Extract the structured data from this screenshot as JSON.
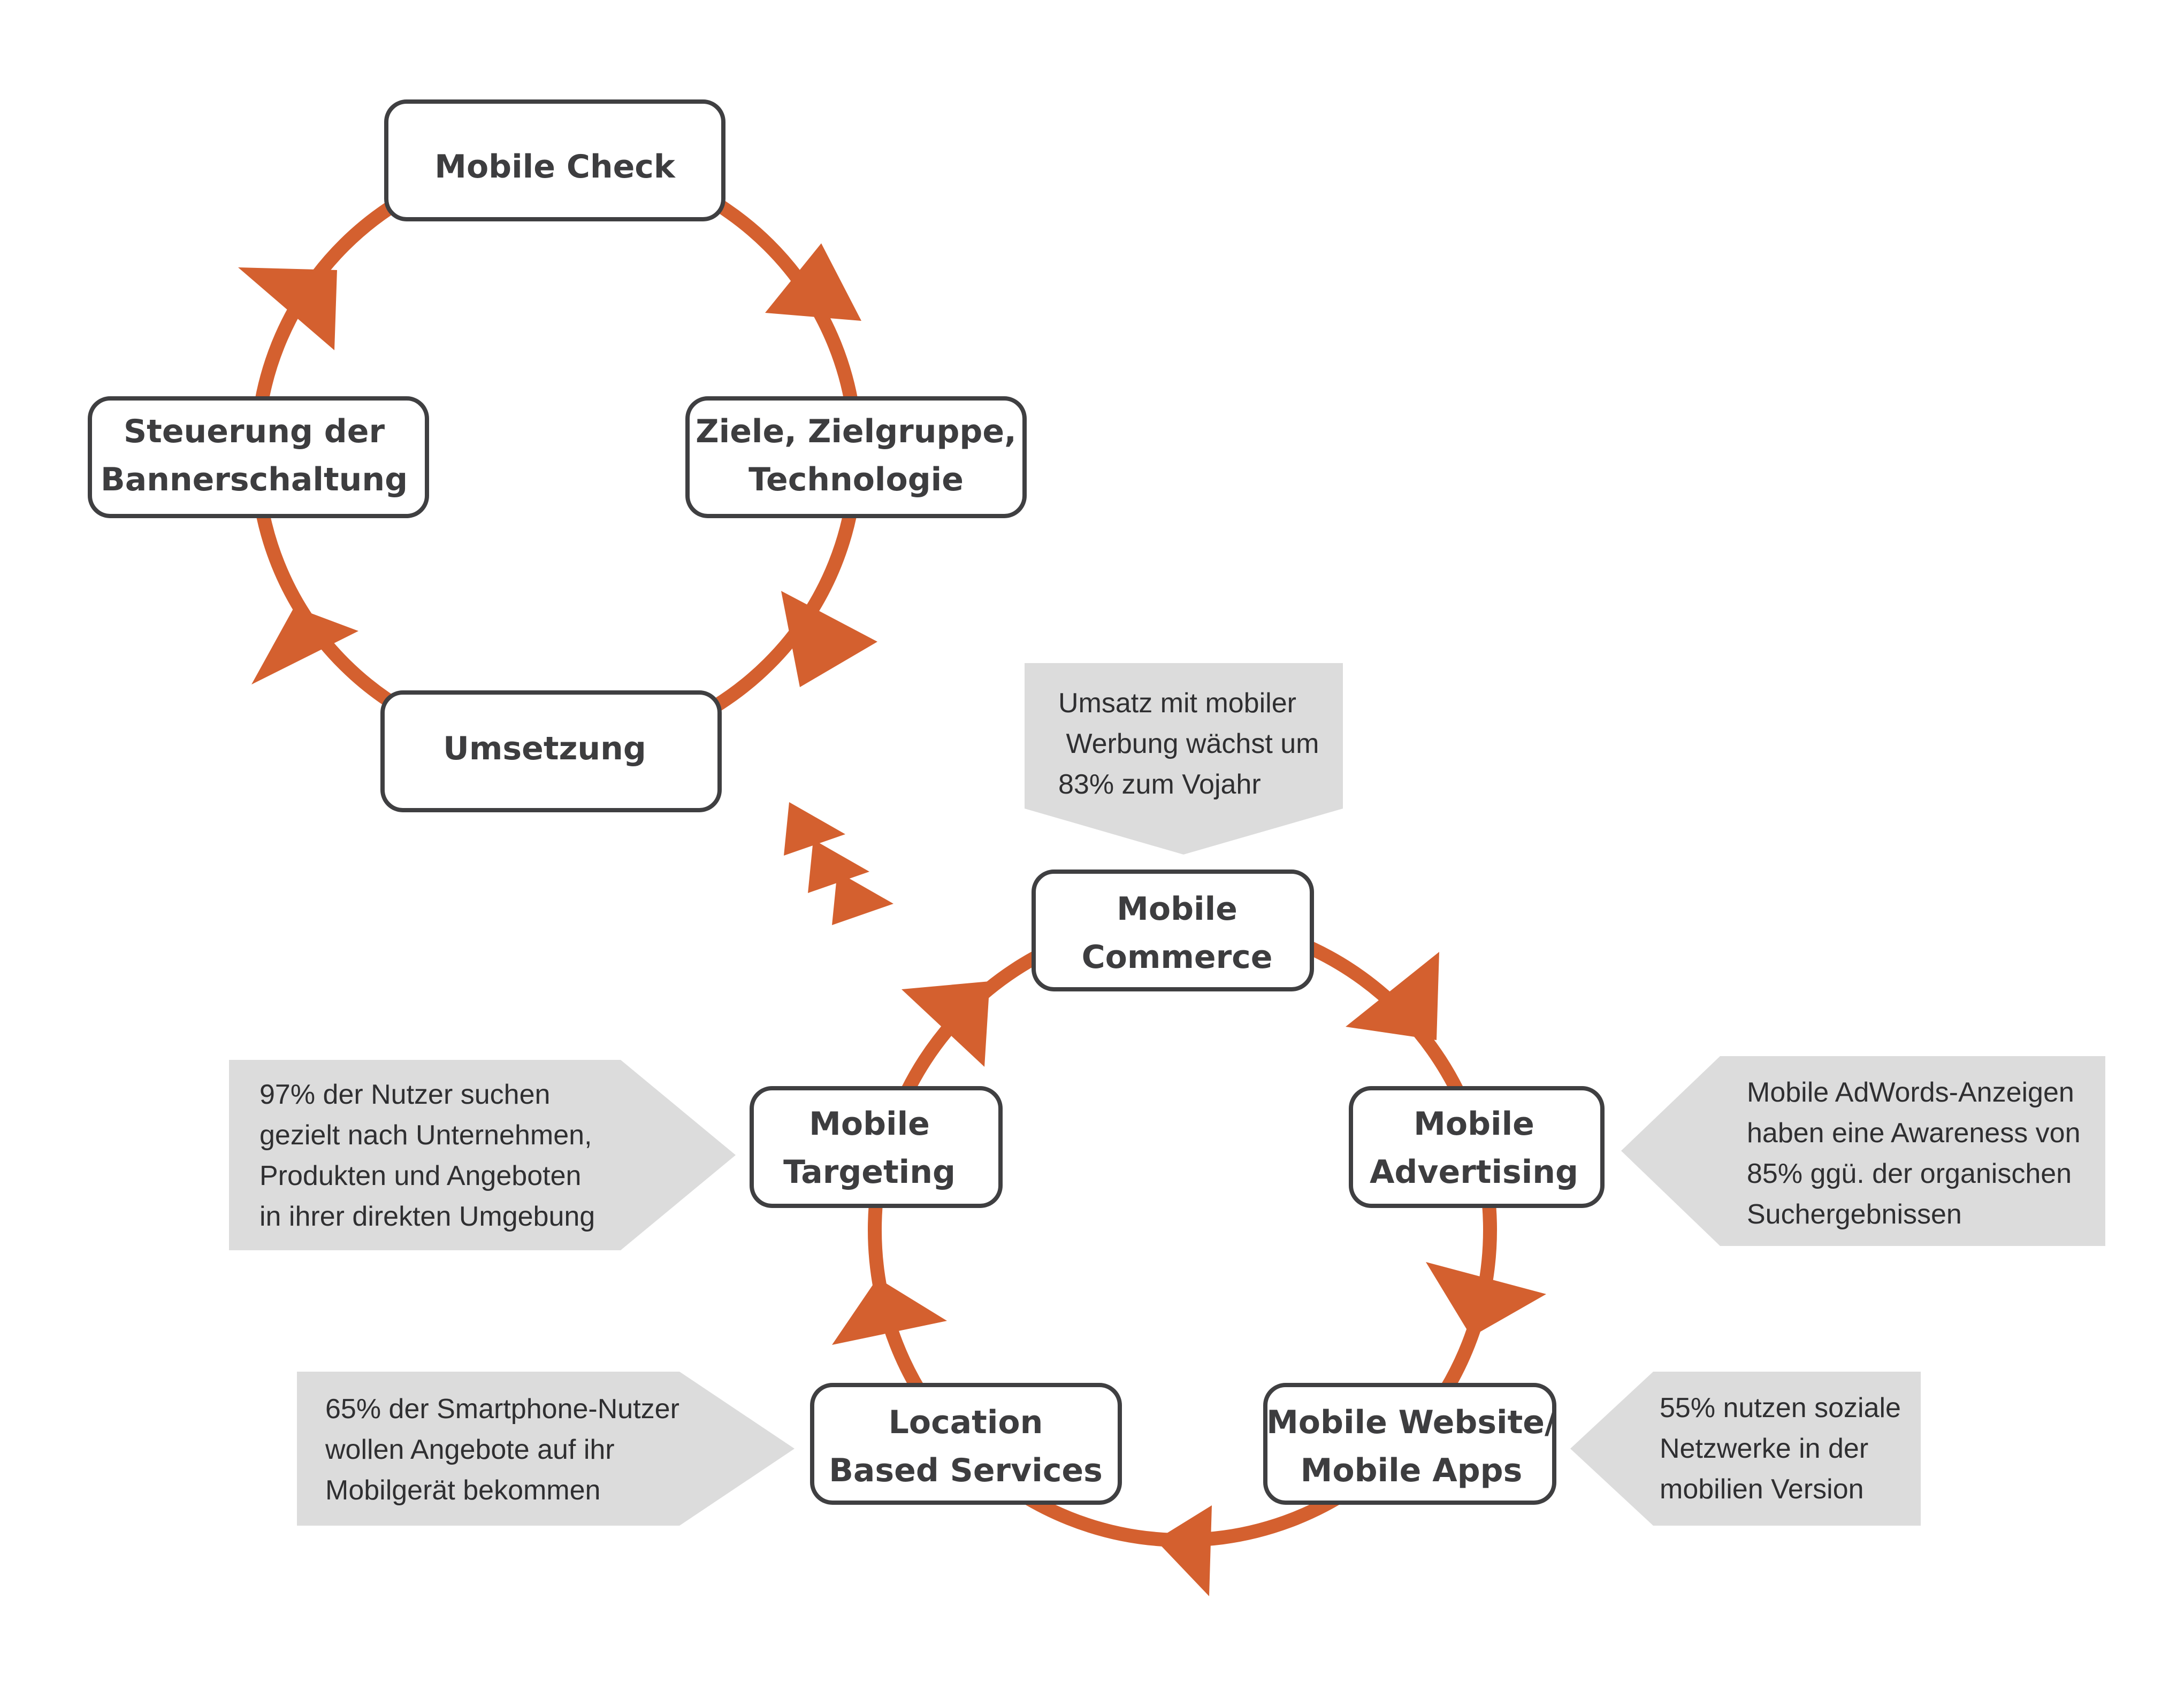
{
  "colors": {
    "accent": "#d4602f",
    "box_border": "#3f3f41",
    "box_fill": "#ffffff",
    "callout_fill": "#dcdcdc",
    "text": "#3d3d3f"
  },
  "cycle_top": {
    "nodes": [
      {
        "lines": [
          "Mobile Check"
        ]
      },
      {
        "lines": [
          "Ziele, Zielgruppe,",
          "Technologie"
        ]
      },
      {
        "lines": [
          "Umsetzung"
        ]
      },
      {
        "lines": [
          "Steuerung der",
          "Bannerschaltung"
        ]
      }
    ]
  },
  "cycle_bottom": {
    "nodes": [
      {
        "lines": [
          "Mobile",
          "Commerce"
        ]
      },
      {
        "lines": [
          "Mobile",
          "Advertising"
        ]
      },
      {
        "lines": [
          "Mobile Website/",
          "Mobile Apps"
        ]
      },
      {
        "lines": [
          "Location",
          "Based Services"
        ]
      },
      {
        "lines": [
          "Mobile",
          "Targeting"
        ]
      }
    ]
  },
  "callouts": [
    {
      "lines": [
        "Umsatz mit mobiler",
        " Werbung wächst um",
        "83% zum Vojahr"
      ]
    },
    {
      "lines": [
        "Mobile AdWords-Anzeigen",
        "haben eine Awareness von",
        "85% ggü. der organischen",
        "Suchergebnissen"
      ]
    },
    {
      "lines": [
        "55% nutzen soziale",
        "Netzwerke in der",
        "mobilien Version"
      ]
    },
    {
      "lines": [
        "65% der Smartphone-Nutzer",
        "wollen Angebote auf ihr",
        "Mobilgerät bekommen"
      ]
    },
    {
      "lines": [
        "97% der Nutzer suchen",
        "gezielt nach Unternehmen,",
        "Produkten und Angeboten",
        "in ihrer direkten Umgebung"
      ]
    }
  ]
}
